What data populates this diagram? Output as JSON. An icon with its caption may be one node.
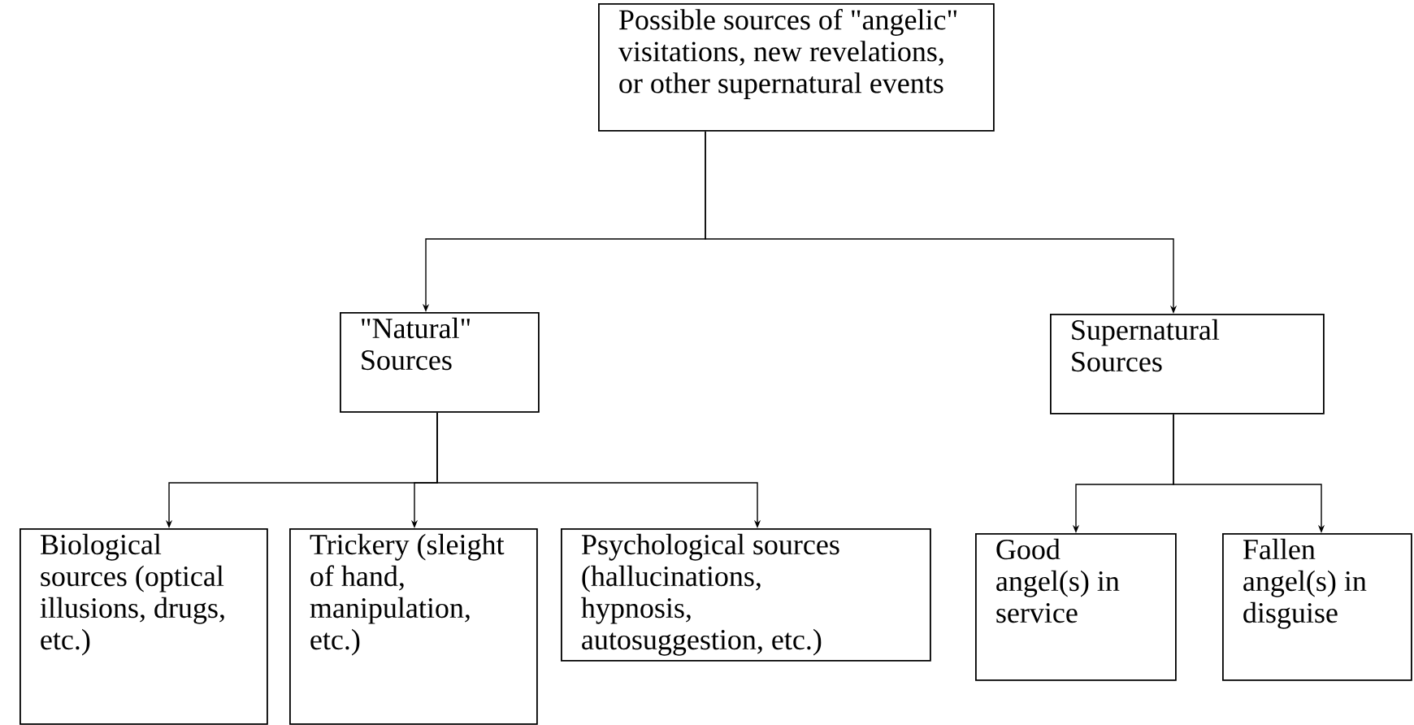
{
  "diagram": {
    "nodes": [
      {
        "text": [
          "Possible sources of \"angelic\" visitations, new revelations, or other supernatural events"
        ]
      },
      {
        "text": [
          "\"Natural\" Sources"
        ]
      },
      {
        "text": [
          "Supernatural Sources"
        ]
      },
      {
        "text": [
          "Biological sources (optical illusions, drugs, etc.)"
        ]
      },
      {
        "text": [
          "Trickery (sleight of hand, manipulation, etc.)"
        ]
      },
      {
        "text": [
          "Psychological sources (hallucinations, hypnosis, autosuggestion, etc.)"
        ]
      },
      {
        "text": [
          "Good angel(s) in service"
        ]
      },
      {
        "text": [
          "Fallen angel(s) in disguise"
        ]
      }
    ],
    "edges": [
      {
        "from": 0,
        "to": 1,
        "arrow": "to"
      },
      {
        "from": 0,
        "to": 2,
        "arrow": "to"
      },
      {
        "from": 1,
        "to": 3,
        "arrow": "to"
      },
      {
        "from": 1,
        "to": 4,
        "arrow": "to"
      },
      {
        "from": 1,
        "to": 5,
        "arrow": "to"
      },
      {
        "from": 2,
        "to": 6,
        "arrow": "to"
      },
      {
        "from": 2,
        "to": 7,
        "arrow": "to"
      }
    ]
  }
}
